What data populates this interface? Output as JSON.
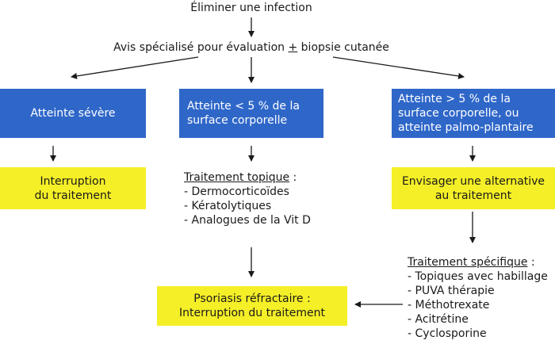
{
  "top": {
    "title": "Éliminer une infection",
    "avis_before": "Avis spécialisé pour évaluation ",
    "avis_pm": "+",
    "avis_after": " biopsie cutanée"
  },
  "boxes": {
    "severe": "Atteinte sévère",
    "lt5_line1": "Atteinte < 5 % de la",
    "lt5_line2": "surface corporelle",
    "gt5_line1": "Atteinte > 5 % de la",
    "gt5_line2": "surface corporelle, ou",
    "gt5_line3": "atteinte palmo-plantaire",
    "interruption_line1": "Interruption",
    "interruption_line2": "du traitement",
    "alternative_line1": "Envisager une alternative",
    "alternative_line2": "au traitement",
    "refractaire_line1": "Psoriasis réfractaire :",
    "refractaire_line2": "Interruption du traitement"
  },
  "topique": {
    "heading": "Traitement topique",
    "colon": " :",
    "items": [
      "- Dermocorticoïdes",
      "- Kératolytiques",
      "- Analogues de la Vit D"
    ]
  },
  "specifique": {
    "heading": "Traitement spécifique",
    "colon": " :",
    "items": [
      "- Topiques avec habillage",
      "- PUVA thérapie",
      "- Méthotrexate",
      "- Acitrétine",
      "- Cyclosporine"
    ]
  },
  "colors": {
    "blue_box": "#2f67c9",
    "yellow_box": "#f5ef27",
    "arrow": "#1a1a1a"
  }
}
